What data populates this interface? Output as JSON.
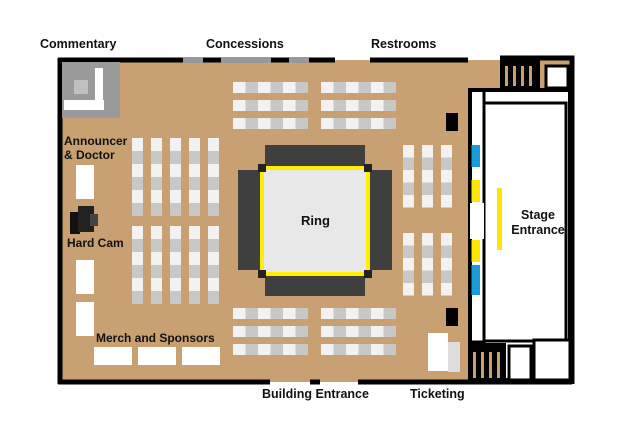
{
  "labels": {
    "commentary": "Commentary",
    "concessions": "Concessions",
    "restrooms": "Restrooms",
    "announcer_line1": "Announcer",
    "announcer_line2": "& Doctor",
    "hard_cam": "Hard Cam",
    "ring": "Ring",
    "stage_line1": "Stage",
    "stage_line2": "Entrance",
    "merch": "Merch and Sponsors",
    "building_entrance": "Building Entrance",
    "ticketing": "Ticketing"
  },
  "colors": {
    "floor": "#c9a072",
    "wall": "#000000",
    "ring_apron": "#3f3f3f",
    "ring_ropes": "#ffee00",
    "ring_mat": "#e8e8e8",
    "seat_light": "#f2f2f2",
    "seat_dark": "#c8c8c8",
    "stage_blue": "#1a9ad6",
    "stage_yellow": "#ffe600",
    "gray_room": "#9a9a9a",
    "white": "#ffffff"
  }
}
